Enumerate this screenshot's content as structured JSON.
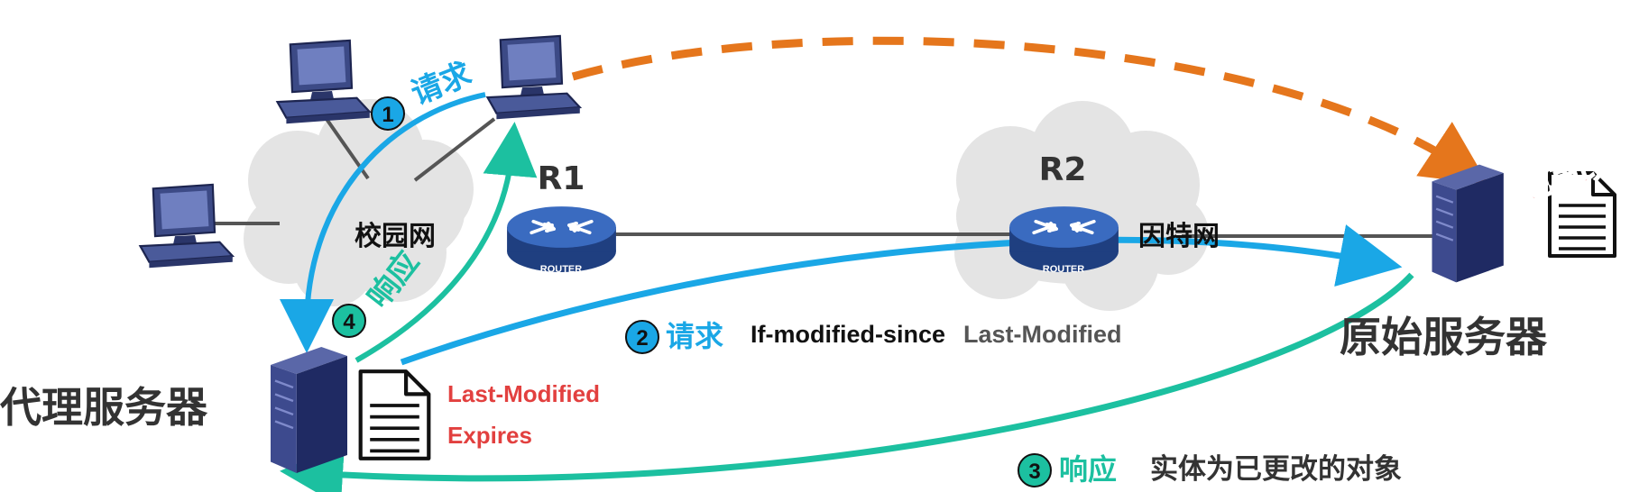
{
  "colors": {
    "blue": "#1aa7e6",
    "teal": "#1cc0a0",
    "orange": "#e5761c",
    "red": "#e2403f",
    "dark_text": "#333333",
    "cloud": "#e4e4e4",
    "server": "#2f3a7a",
    "router": "#2b5aa8"
  },
  "networks": {
    "campus": "校园网",
    "internet": "因特网"
  },
  "routers": {
    "r1": {
      "name": "R1",
      "badge": "ROUTER"
    },
    "r2": {
      "name": "R2",
      "badge": "ROUTER"
    }
  },
  "servers": {
    "proxy": "代理服务器",
    "origin": "原始服务器"
  },
  "steps": {
    "s1": {
      "num": "1",
      "label": "请求"
    },
    "s2": {
      "num": "2",
      "label": "请求",
      "header": "If-modified-since",
      "value": "Last-Modified"
    },
    "s3": {
      "num": "3",
      "label": "响应",
      "detail": "实体为已更改的对象"
    },
    "s4": {
      "num": "4",
      "label": "响应"
    }
  },
  "proxy_doc": {
    "line1": "Last-Modified",
    "line2": "Expires"
  },
  "origin_doc": {
    "stamp": "已更改"
  },
  "icons": [
    "computer-icon",
    "router-icon",
    "server-icon",
    "document-icon",
    "cloud-icon"
  ]
}
